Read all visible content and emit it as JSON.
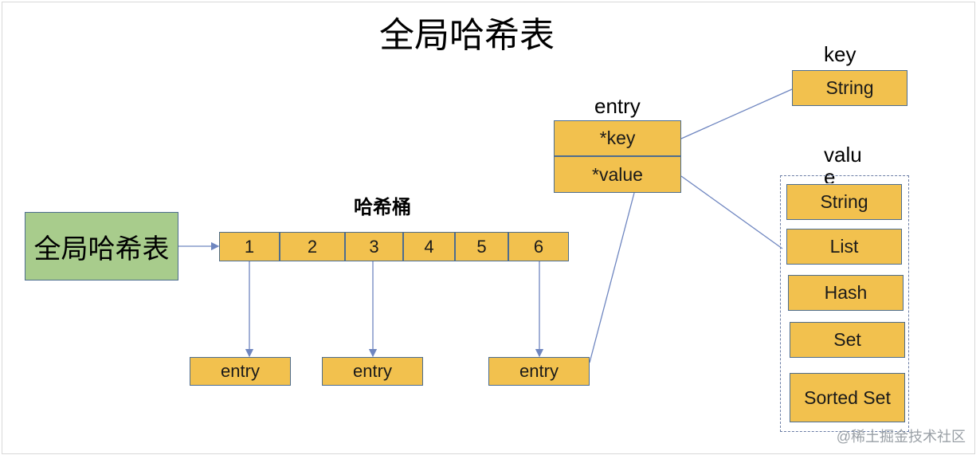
{
  "title": "全局哈希表",
  "global_label": "全局哈希表",
  "bucket_label": "哈希桶",
  "buckets": [
    "1",
    "2",
    "3",
    "4",
    "5",
    "6"
  ],
  "entries": [
    "entry",
    "entry",
    "entry"
  ],
  "entry_label": "entry",
  "entry_fields": [
    "*key",
    "*value"
  ],
  "key_label": "key",
  "key_type": "String",
  "value_label": "value",
  "value_types": [
    "String",
    "List",
    "Hash",
    "Set",
    "Sorted Set"
  ],
  "watermark": "@稀土掘金技术社区",
  "colors": {
    "box_fill": "#f2c14e",
    "label_fill": "#a8cc8c",
    "border": "#4d6d8f",
    "connector": "#6f86c0"
  }
}
